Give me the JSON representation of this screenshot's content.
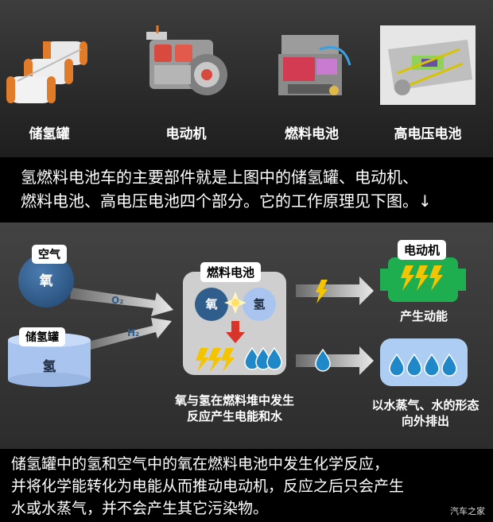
{
  "parts": [
    {
      "label": "储氢罐",
      "icon": "hydrogen-tank-icon"
    },
    {
      "label": "电动机",
      "icon": "electric-motor-icon"
    },
    {
      "label": "燃料电池",
      "icon": "fuel-cell-icon"
    },
    {
      "label": "高电压电池",
      "icon": "battery-icon"
    }
  ],
  "intro_text": {
    "line1": "氢燃料电池车的主要部件就是上图中的储氢罐、电动机、",
    "line2": "燃料电池、高电压电池四个部分。它的工作原理见下图。↓"
  },
  "diagram": {
    "air_label": "空气",
    "oxygen_char": "氧",
    "o2_label": "O₂",
    "tank_label": "储氢罐",
    "hydrogen_char": "氢",
    "h2_label": "H₂",
    "fuel_cell_label": "燃料电池",
    "cell_oxygen": "氧",
    "cell_hydrogen": "氢",
    "cell_caption_line1": "氧与氢在燃料堆中发生",
    "cell_caption_line2": "反应产生电能和水",
    "motor_label": "电动机",
    "motor_caption": "产生动能",
    "water_caption_line1": "以水蒸气、水的形态",
    "water_caption_line2": "向外排出"
  },
  "bottom_text": {
    "line1": "储氢罐中的氢和空气中的氧在燃料电池中发生化学反应，",
    "line2": "并将化学能转化为电能从而推动电动机，反应之后只会产生",
    "line3": "水或水蒸气，并不会产生其它污染物。"
  },
  "watermark": "汽车之家",
  "colors": {
    "oxygen_blue": "#2f5d8c",
    "hydrogen_blue": "#a9c4ee",
    "motor_green": "#1fae4f",
    "water_panel": "#aecdf3",
    "bolt_yellow": "#f5c400",
    "arrow_red": "#d8342a"
  }
}
